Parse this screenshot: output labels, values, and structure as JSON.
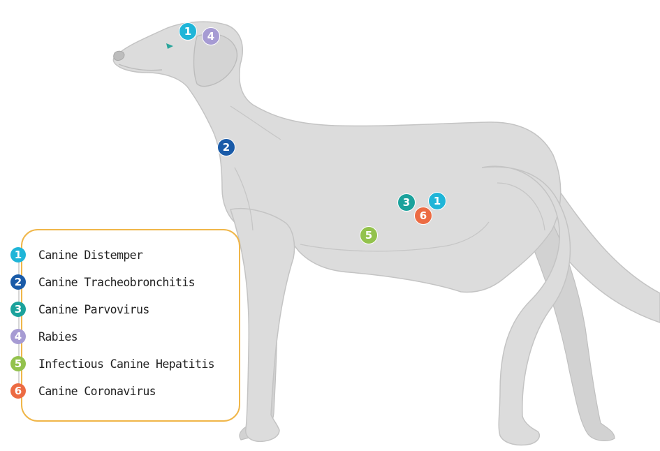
{
  "colors": {
    "dog_body": "#dcdcdc",
    "dog_outline": "#c4c4c4",
    "legend_border": "#f0b649",
    "cyan": "#1fb5d8",
    "navy": "#1a5ba8",
    "teal": "#1ba29c",
    "lavender": "#a69bd3",
    "lime": "#93c24d",
    "orange": "#ec6b43",
    "eye": "#2aa59b"
  },
  "legend": {
    "items": [
      {
        "number": "1",
        "label": "Canine Distemper",
        "color": "#1fb5d8"
      },
      {
        "number": "2",
        "label": "Canine Tracheobronchitis",
        "color": "#1a5ba8"
      },
      {
        "number": "3",
        "label": "Canine Parvovirus",
        "color": "#1ba29c"
      },
      {
        "number": "4",
        "label": "Rabies",
        "color": "#a69bd3"
      },
      {
        "number": "5",
        "label": "Infectious Canine Hepatitis",
        "color": "#93c24d"
      },
      {
        "number": "6",
        "label": "Canine Coronavirus",
        "color": "#ec6b43"
      }
    ]
  },
  "markers": [
    {
      "number": "1",
      "location": "head",
      "color": "#1fb5d8"
    },
    {
      "number": "4",
      "location": "head",
      "color": "#a69bd3"
    },
    {
      "number": "2",
      "location": "neck",
      "color": "#1a5ba8"
    },
    {
      "number": "3",
      "location": "abdomen",
      "color": "#1ba29c"
    },
    {
      "number": "1",
      "location": "abdomen",
      "color": "#1fb5d8"
    },
    {
      "number": "6",
      "location": "abdomen",
      "color": "#ec6b43"
    },
    {
      "number": "5",
      "location": "chest",
      "color": "#93c24d"
    }
  ]
}
